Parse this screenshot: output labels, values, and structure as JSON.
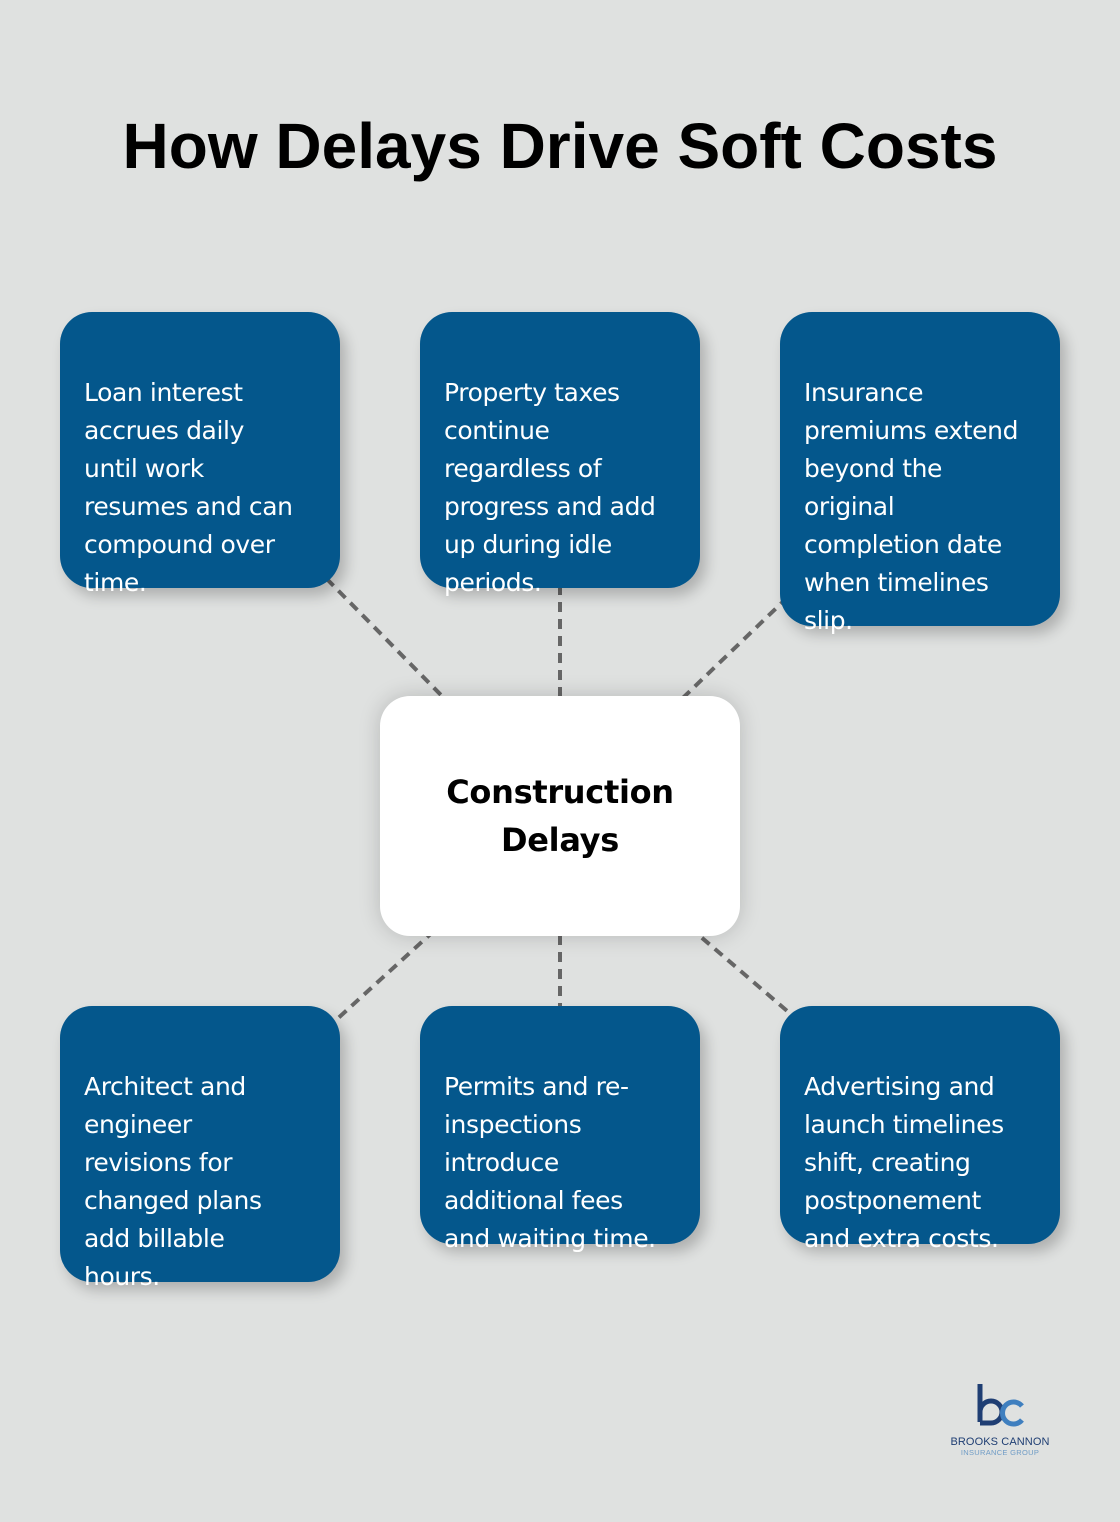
{
  "title": "How Delays Drive Soft Costs",
  "center": {
    "label": "Construction\nDelays"
  },
  "cards": [
    {
      "text": "Loan interest\naccrues daily\nuntil work\nresumes and can\ncompound over\ntime."
    },
    {
      "text": "Property taxes\ncontinue\nregardless of\nprogress and add\nup during idle\nperiods."
    },
    {
      "text": "Insurance\npremiums extend\nbeyond the\noriginal\ncompletion date\nwhen timelines\nslip."
    },
    {
      "text": "Architect and\nengineer\nrevisions for\nchanged plans\nadd billable\nhours."
    },
    {
      "text": "Permits and re-\ninspections\nintroduce\nadditional fees\nand waiting time."
    },
    {
      "text": "Advertising and\nlaunch timelines\nshift, creating\npostponement\nand extra costs."
    }
  ],
  "logo": {
    "name": "BROOKS CANNON",
    "subtitle": "INSURANCE GROUP",
    "icon": "bc-monogram-icon"
  },
  "colors": {
    "background": "#dfe1e0",
    "card": "#04578c",
    "center_card": "#ffffff",
    "connector": "#666666",
    "logo_dark": "#1f3e73",
    "logo_light": "#3f7fbf"
  }
}
